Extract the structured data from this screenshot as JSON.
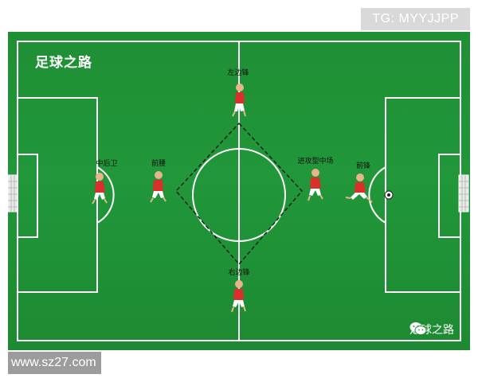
{
  "brand_title": "足球之路",
  "players": {
    "left_wing": "左边锋",
    "center_back": "中后卫",
    "forward": "前腰",
    "box_to_box": "进攻型中场",
    "striker": "前锋",
    "right_wing": "右边锋"
  },
  "wechat_name": "足球之路",
  "watermark_top": "TG: MYYJJPP",
  "watermark_bottom": "www.sz27.com",
  "colors": {
    "pitch_green": "#21973a",
    "line_white": "#ffffff",
    "jersey_red": "#d9302b"
  }
}
